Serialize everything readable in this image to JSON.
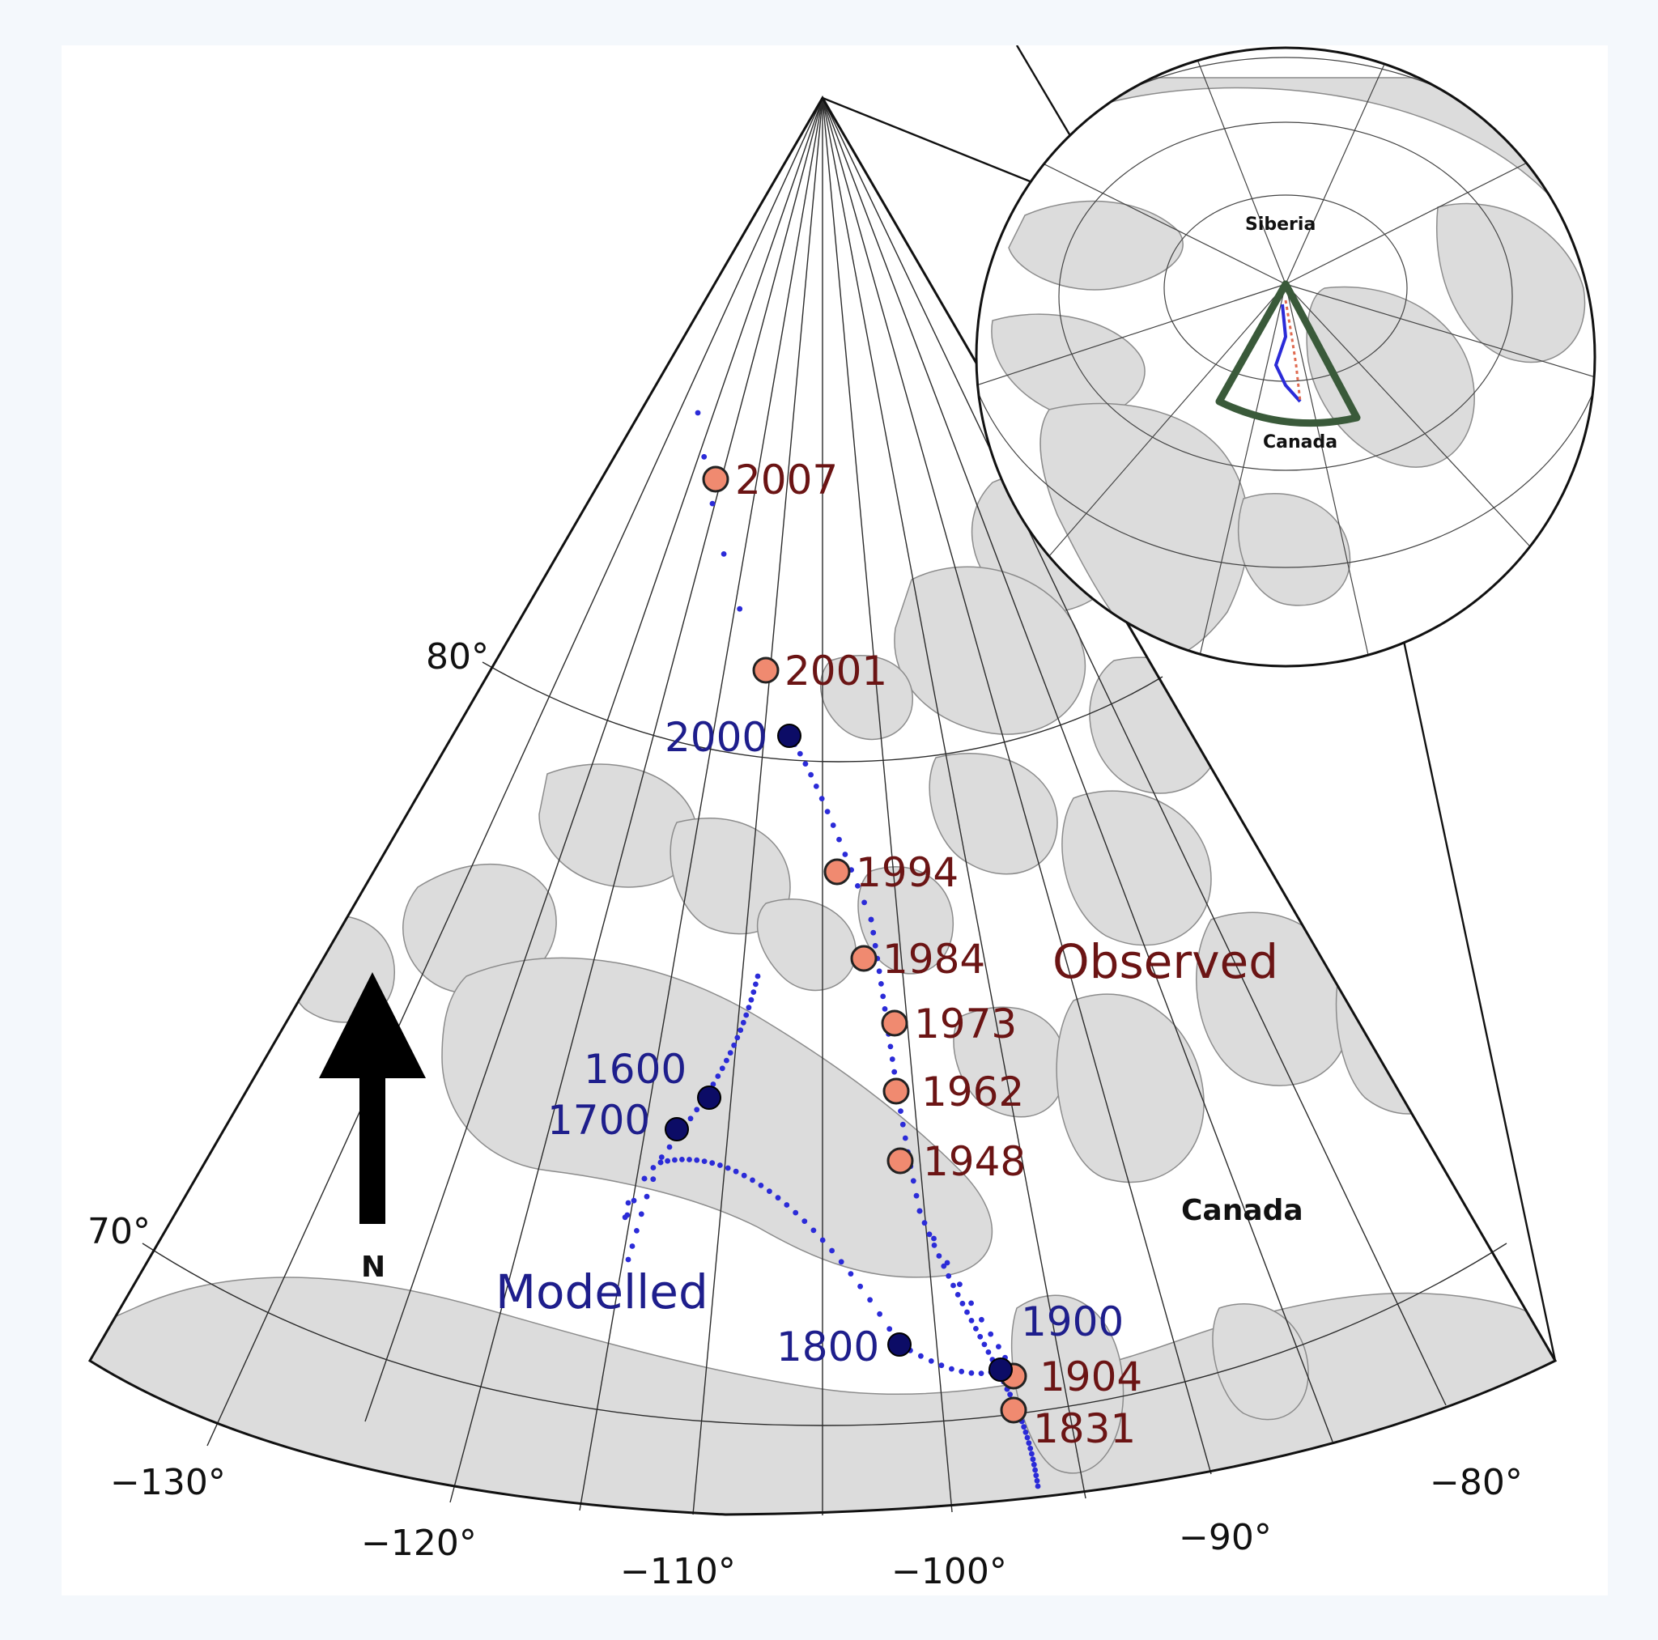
{
  "map": {
    "latitude_labels": [
      "80°",
      "70°"
    ],
    "longitude_labels": [
      "−130°",
      "−120°",
      "−110°",
      "−100°",
      "−90°",
      "−80°"
    ],
    "north_label": "N",
    "series": {
      "observed": {
        "name": "Observed",
        "color": "#f08a70"
      },
      "modelled": {
        "name": "Modelled",
        "color": "#0c0c66",
        "trail_color": "#2b2bd8"
      }
    },
    "place_labels": {
      "main": "Canada",
      "globe_north": "Siberia",
      "globe_south": "Canada"
    },
    "observed_points": [
      {
        "year": "2007"
      },
      {
        "year": "2001"
      },
      {
        "year": "1994"
      },
      {
        "year": "1984"
      },
      {
        "year": "1973"
      },
      {
        "year": "1962"
      },
      {
        "year": "1948"
      },
      {
        "year": "1904"
      },
      {
        "year": "1831"
      }
    ],
    "modelled_points": [
      {
        "year": "2000"
      },
      {
        "year": "1600"
      },
      {
        "year": "1700"
      },
      {
        "year": "1800"
      },
      {
        "year": "1900"
      }
    ]
  }
}
